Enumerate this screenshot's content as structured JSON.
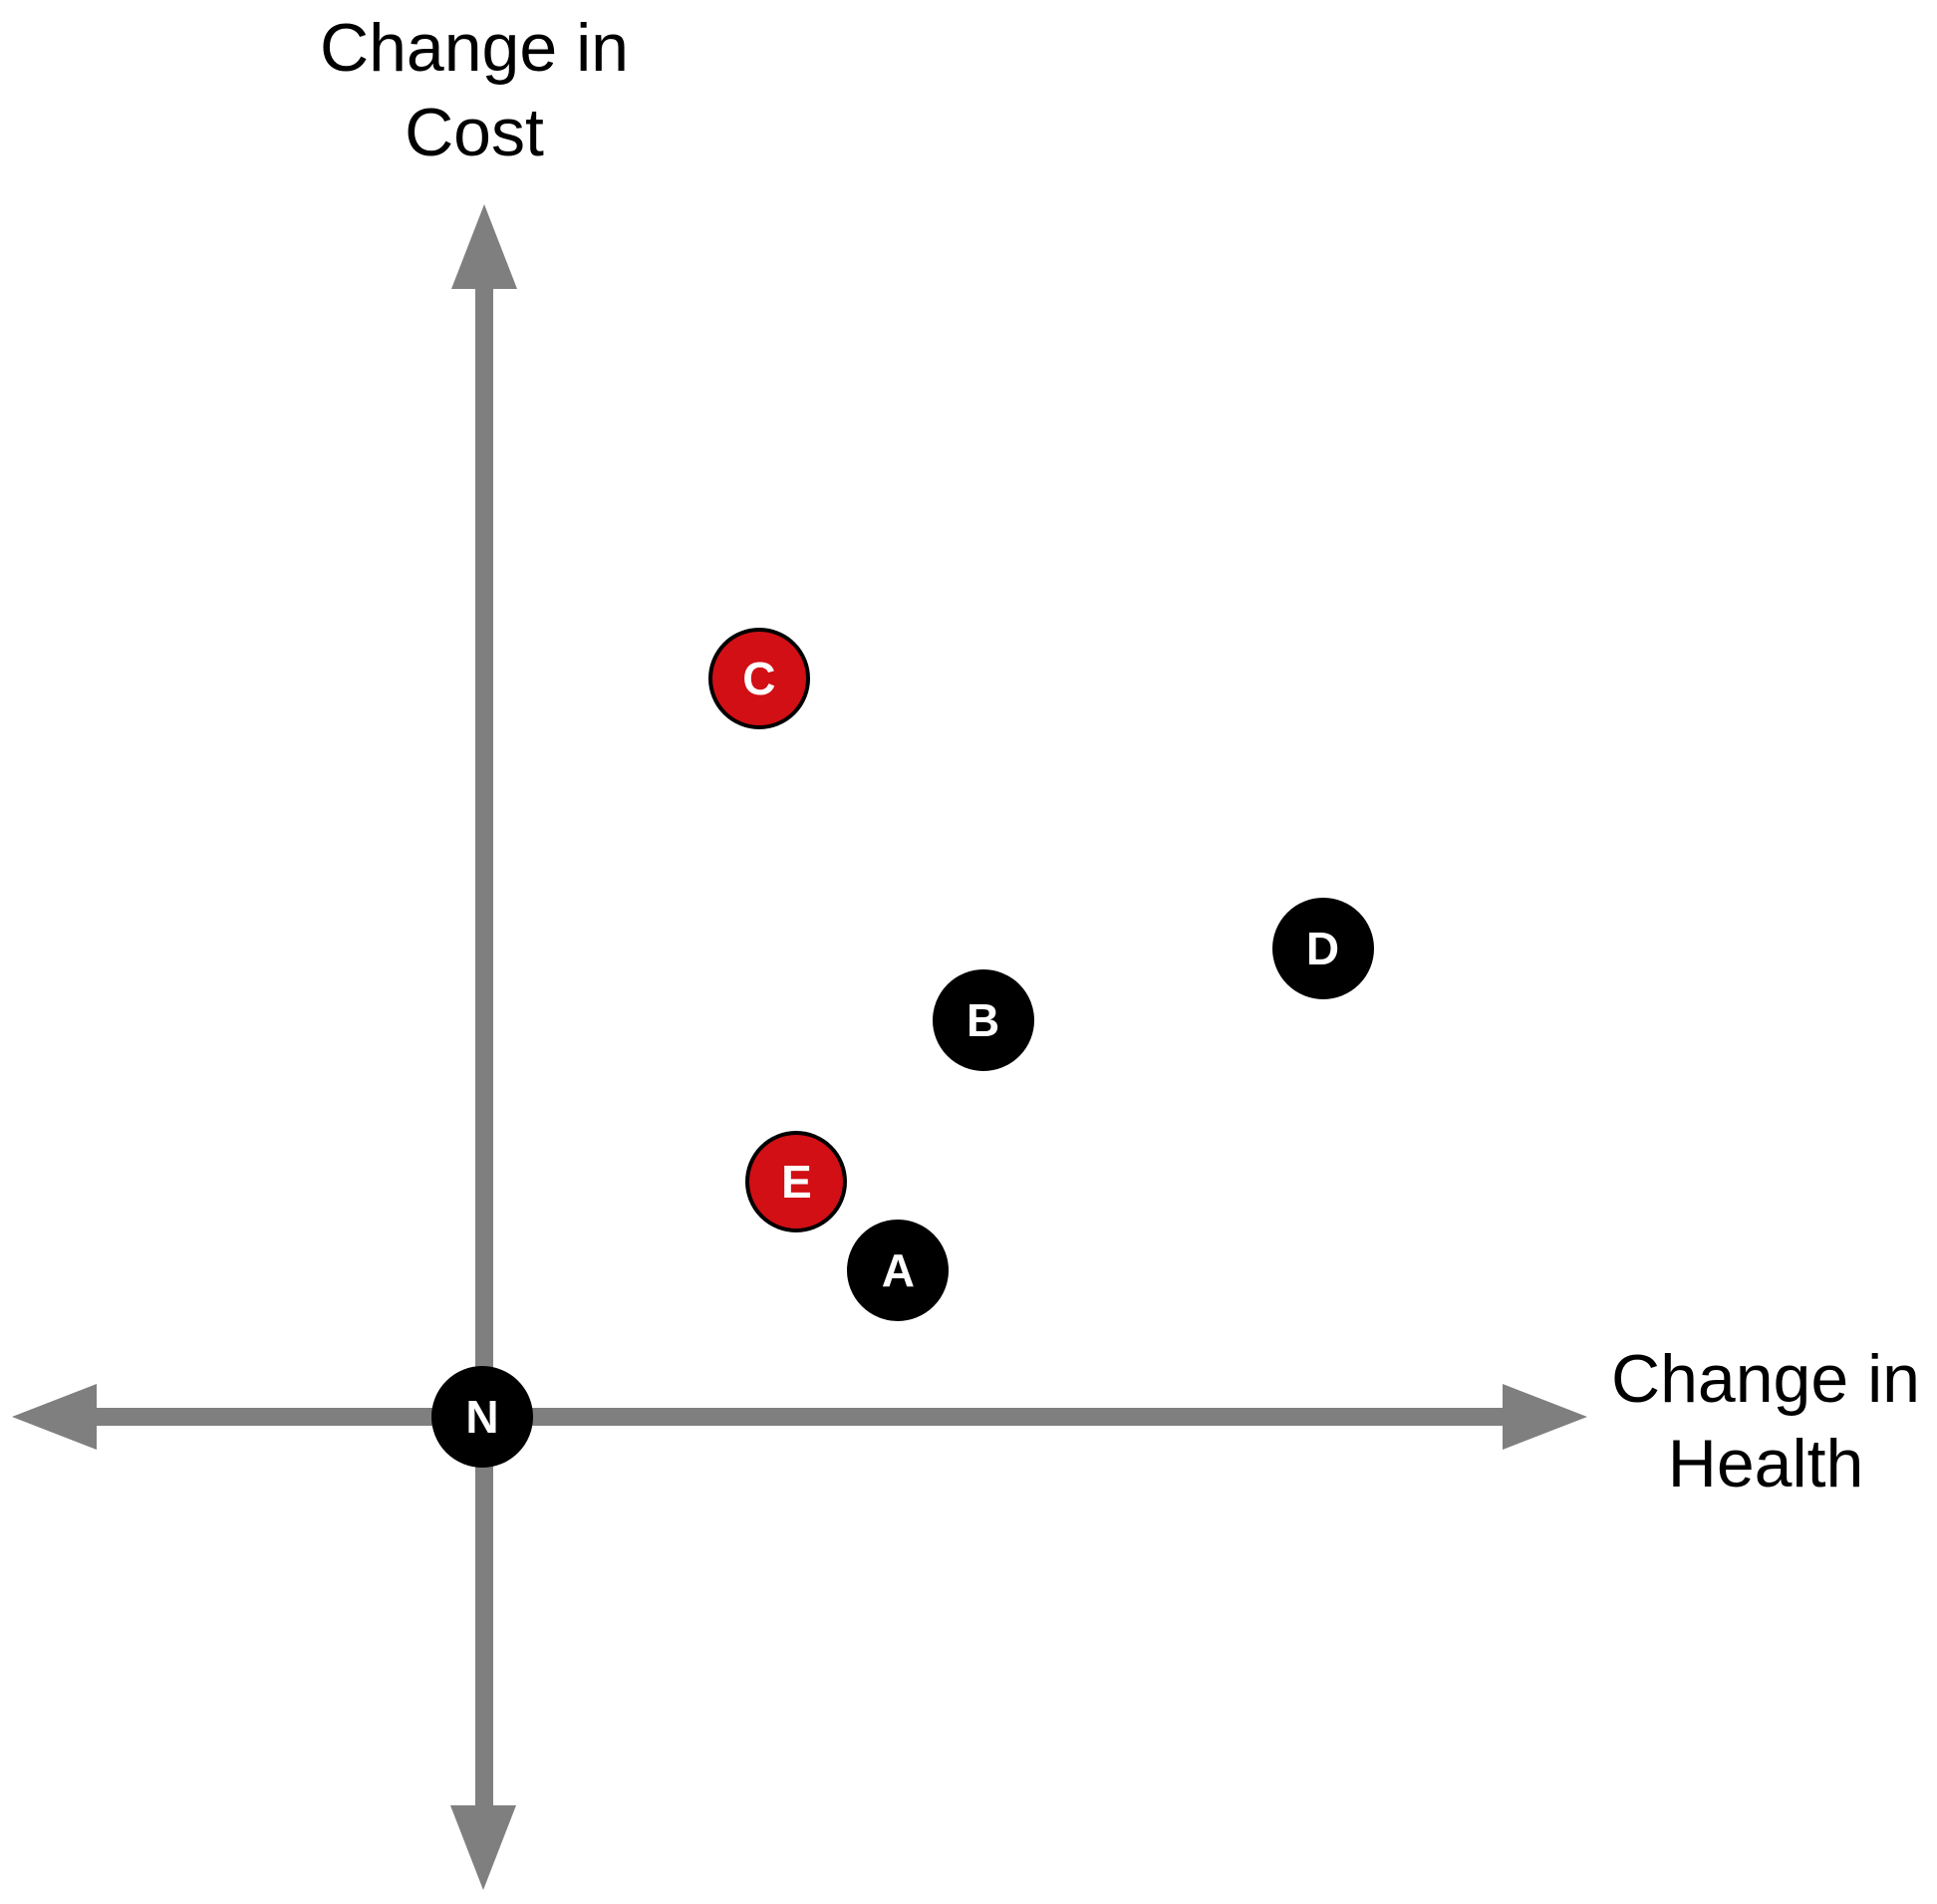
{
  "figure": {
    "y_axis_title": "Change in\nCost",
    "x_axis_title": "Change in\nHealth"
  },
  "colors": {
    "background": "#ffffff",
    "axis_gray": "#7f7f7f",
    "label_text": "#000000",
    "point_black": "#000000",
    "point_red": "#d10f15",
    "point_border": "#000000",
    "point_label_text": "#ffffff"
  },
  "chart_data": {
    "type": "scatter",
    "title": "",
    "xlabel": "Change in Health",
    "ylabel": "Change in Cost",
    "axis_style": "quadrant axes with arrowheads on all four ends, no ticks, no gridlines, no numeric scale",
    "grid": false,
    "legend": "none",
    "x_range_shown": [
      -0.43,
      1.0
    ],
    "y_range_shown": [
      -0.39,
      1.0
    ],
    "units": "relative position (axes are unscaled)",
    "points": [
      {
        "label": "N",
        "x": 0.0,
        "y": 0.0,
        "color": "black"
      },
      {
        "label": "A",
        "x": 0.377,
        "y": 0.121,
        "color": "black"
      },
      {
        "label": "B",
        "x": 0.454,
        "y": 0.327,
        "color": "black"
      },
      {
        "label": "C",
        "x": 0.251,
        "y": 0.609,
        "color": "red"
      },
      {
        "label": "D",
        "x": 0.762,
        "y": 0.386,
        "color": "black"
      },
      {
        "label": "E",
        "x": 0.285,
        "y": 0.194,
        "color": "red"
      }
    ]
  }
}
